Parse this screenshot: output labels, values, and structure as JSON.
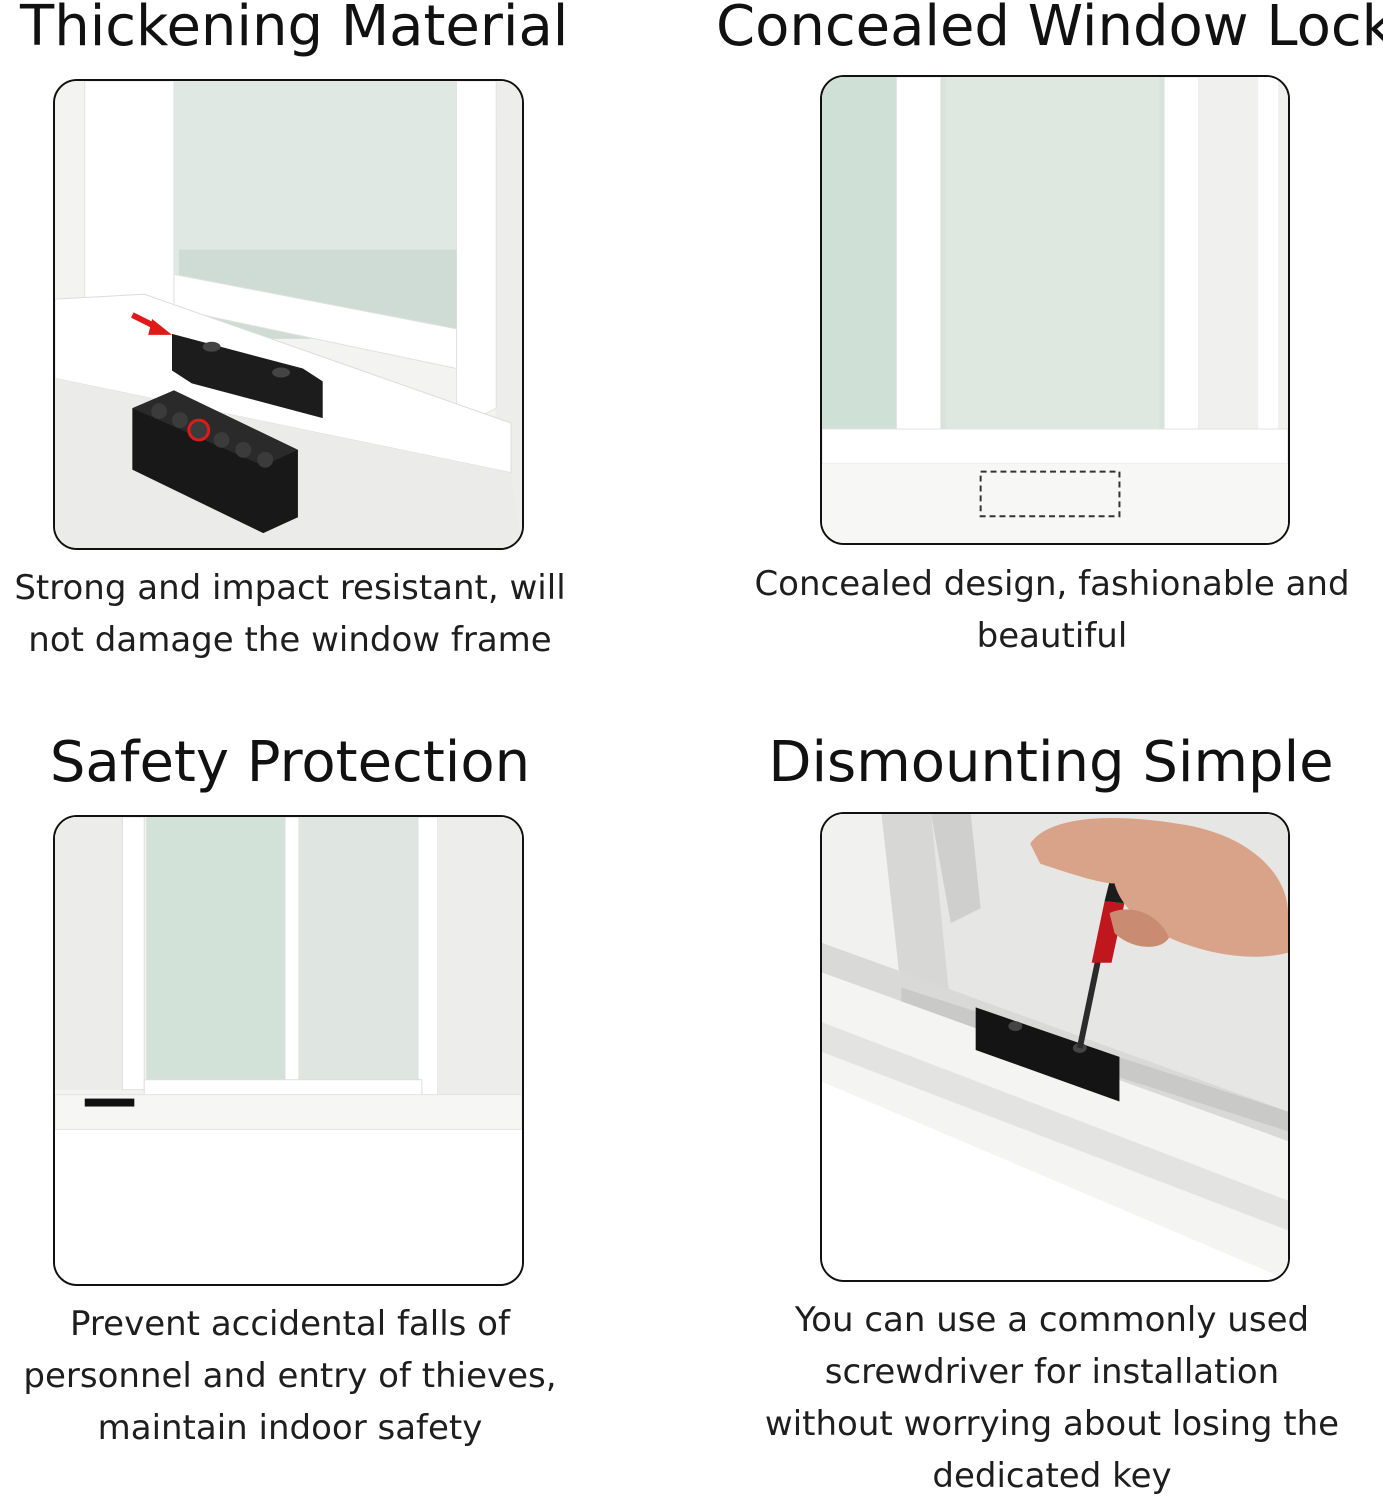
{
  "features": [
    {
      "title": "Thickening Material",
      "caption_lines": [
        "Strong and impact resistant, will",
        "not damage the window frame"
      ]
    },
    {
      "title": "Concealed Window Lock",
      "caption_lines": [
        "Concealed design, fashionable and",
        "beautiful"
      ]
    },
    {
      "title": "Safety Protection",
      "caption_lines": [
        "Prevent accidental falls of",
        "personnel and entry of thieves,",
        "maintain indoor safety"
      ]
    },
    {
      "title": "Dismounting Simple",
      "caption_lines": [
        "You can use a commonly used",
        "screwdriver for installation",
        "without worrying about losing the",
        "dedicated key"
      ]
    }
  ],
  "colors": {
    "frame": "#ffffff",
    "glass": "#dbe6e0",
    "lock_block": "#1b1b1b",
    "arrow": "#e01a1a",
    "border": "#111111"
  }
}
